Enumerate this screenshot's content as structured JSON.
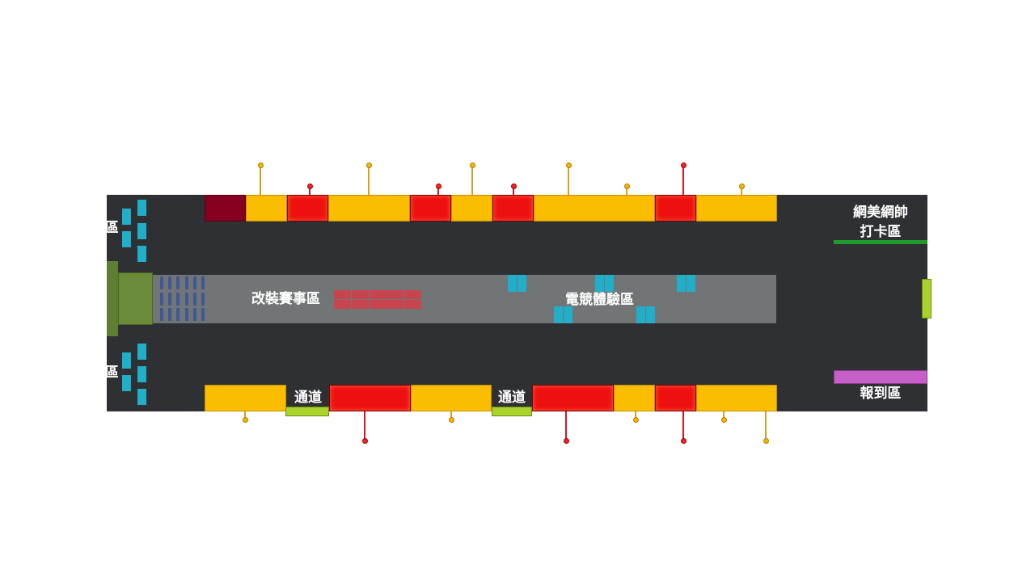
{
  "labels": {
    "photo_zone_line1": "網美網帥",
    "photo_zone_line2": "打卡區",
    "checkin_zone": "報到區",
    "modding_zone": "改裝賽事區",
    "esports_zone": "電競體驗區",
    "passage_1": "通道",
    "passage_2": "通道",
    "left_zone_top": "區",
    "left_zone_bottom": "區"
  },
  "colors": {
    "floor": "#2e3033",
    "aisle": "#727576",
    "booth_yellow": "#fbbd00",
    "booth_red": "#ee1010",
    "booth_dark_red": "#86001f",
    "stage_green": "#6b8a3a",
    "passage_lime": "#a9d22a",
    "photo_zone_green": "#1e9a2a",
    "checkin_magenta": "#c65fc7",
    "seat_cyan": "#21aec9",
    "seat_navy": "#3d5895",
    "seat_red": "#c8444f"
  }
}
